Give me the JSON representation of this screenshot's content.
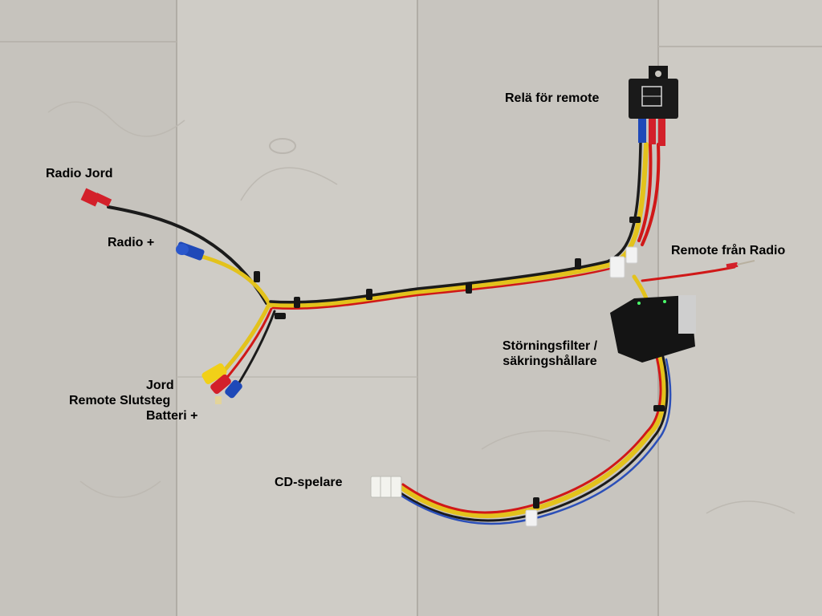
{
  "labels": {
    "radio_jord": "Radio Jord",
    "radio_plus": "Radio +",
    "rela": "Relä för remote",
    "remote_fran_radio": "Remote från Radio",
    "storningsfilter_line1": "Störningsfilter /",
    "storningsfilter_line2": "säkringshållare",
    "jord": "Jord",
    "remote_slutsteg": "Remote Slutsteg",
    "batteri_plus": "Batteri +",
    "cd_spelare": "CD-spelare"
  },
  "colors": {
    "floor": "#cbc8c2",
    "plank_seam": "#b3afa8",
    "wire_yellow": "#e3c21c",
    "wire_red": "#d01818",
    "wire_black": "#1b1b1b",
    "wire_blue": "#2b4fb8",
    "terminal_red": "#d3202a",
    "terminal_blue": "#1f49b8",
    "terminal_yellow": "#f1d018",
    "box_black": "#1a1a1a"
  }
}
